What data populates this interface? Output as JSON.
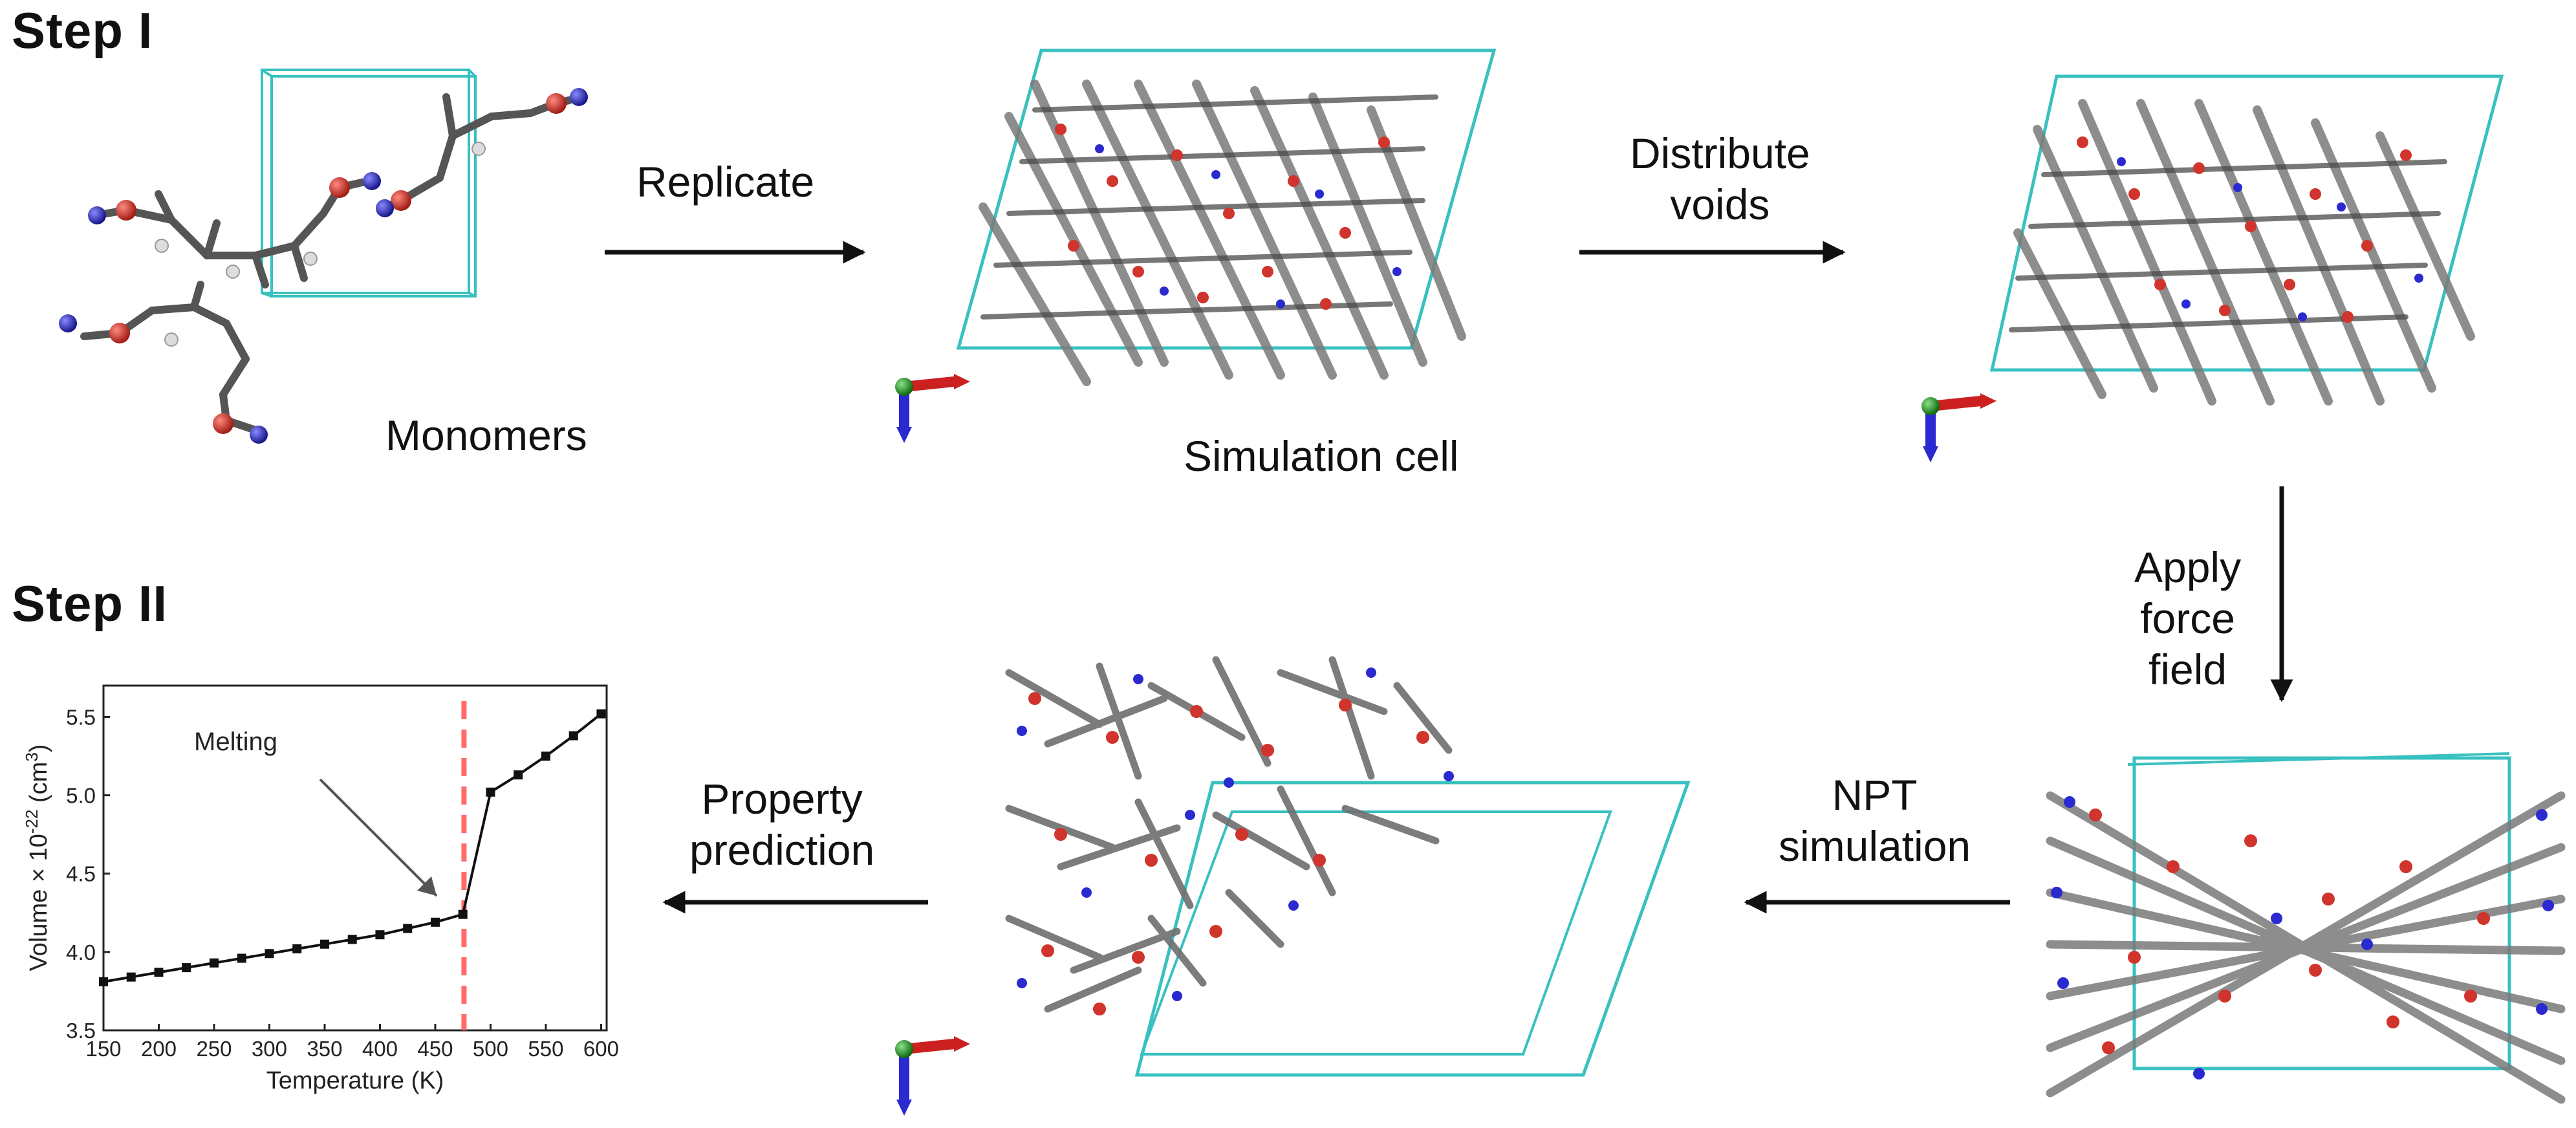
{
  "steps": {
    "step1": "Step I",
    "step2": "Step II"
  },
  "labels": {
    "monomers": "Monomers",
    "replicate": "Replicate",
    "simulation_cell": "Simulation  cell",
    "distribute_voids": [
      "Distribute",
      "voids"
    ],
    "apply_force_field": [
      "Apply",
      "force",
      "field"
    ],
    "npt_simulation": [
      "NPT",
      "simulation"
    ],
    "property_prediction": [
      "Property",
      "prediction"
    ]
  },
  "colors": {
    "cell_box": "#39c0c0",
    "carbon": "#8a8a8a",
    "oxygen": "#d0342c",
    "nitrogen": "#2a2ad0",
    "hydrogen": "#e6e6e6",
    "melting_line": "#ff6b6b",
    "axis_x": "#cc2020",
    "axis_y": "#2a2ad0",
    "axis_z": "#1a8a1a"
  },
  "chart_data": {
    "type": "line",
    "xlabel": "Temperature (K)",
    "ylabel": "Volume × 10",
    "ylabel_exp": "-22",
    "ylabel_unit": " (cm",
    "ylabel_unit_exp": "3",
    "ylabel_close": ")",
    "xlim": [
      150,
      605
    ],
    "ylim": [
      3.5,
      5.7
    ],
    "xticks": [
      "150",
      "200",
      "250",
      "300",
      "350",
      "400",
      "450",
      "500",
      "550",
      "600"
    ],
    "yticks": [
      "3.5",
      "4.0",
      "4.5",
      "5.0",
      "5.5"
    ],
    "series": [
      {
        "x": [
          150,
          175,
          200,
          225,
          250,
          275,
          300,
          325,
          350,
          375,
          400,
          425,
          450,
          475,
          500,
          525,
          550,
          575,
          600
        ],
        "y": [
          3.81,
          3.84,
          3.87,
          3.9,
          3.93,
          3.96,
          3.99,
          4.02,
          4.05,
          4.08,
          4.11,
          4.15,
          4.19,
          4.24,
          5.02,
          5.13,
          5.25,
          5.38,
          5.52
        ]
      }
    ],
    "melting_x": 476,
    "annotation": "Melting"
  }
}
